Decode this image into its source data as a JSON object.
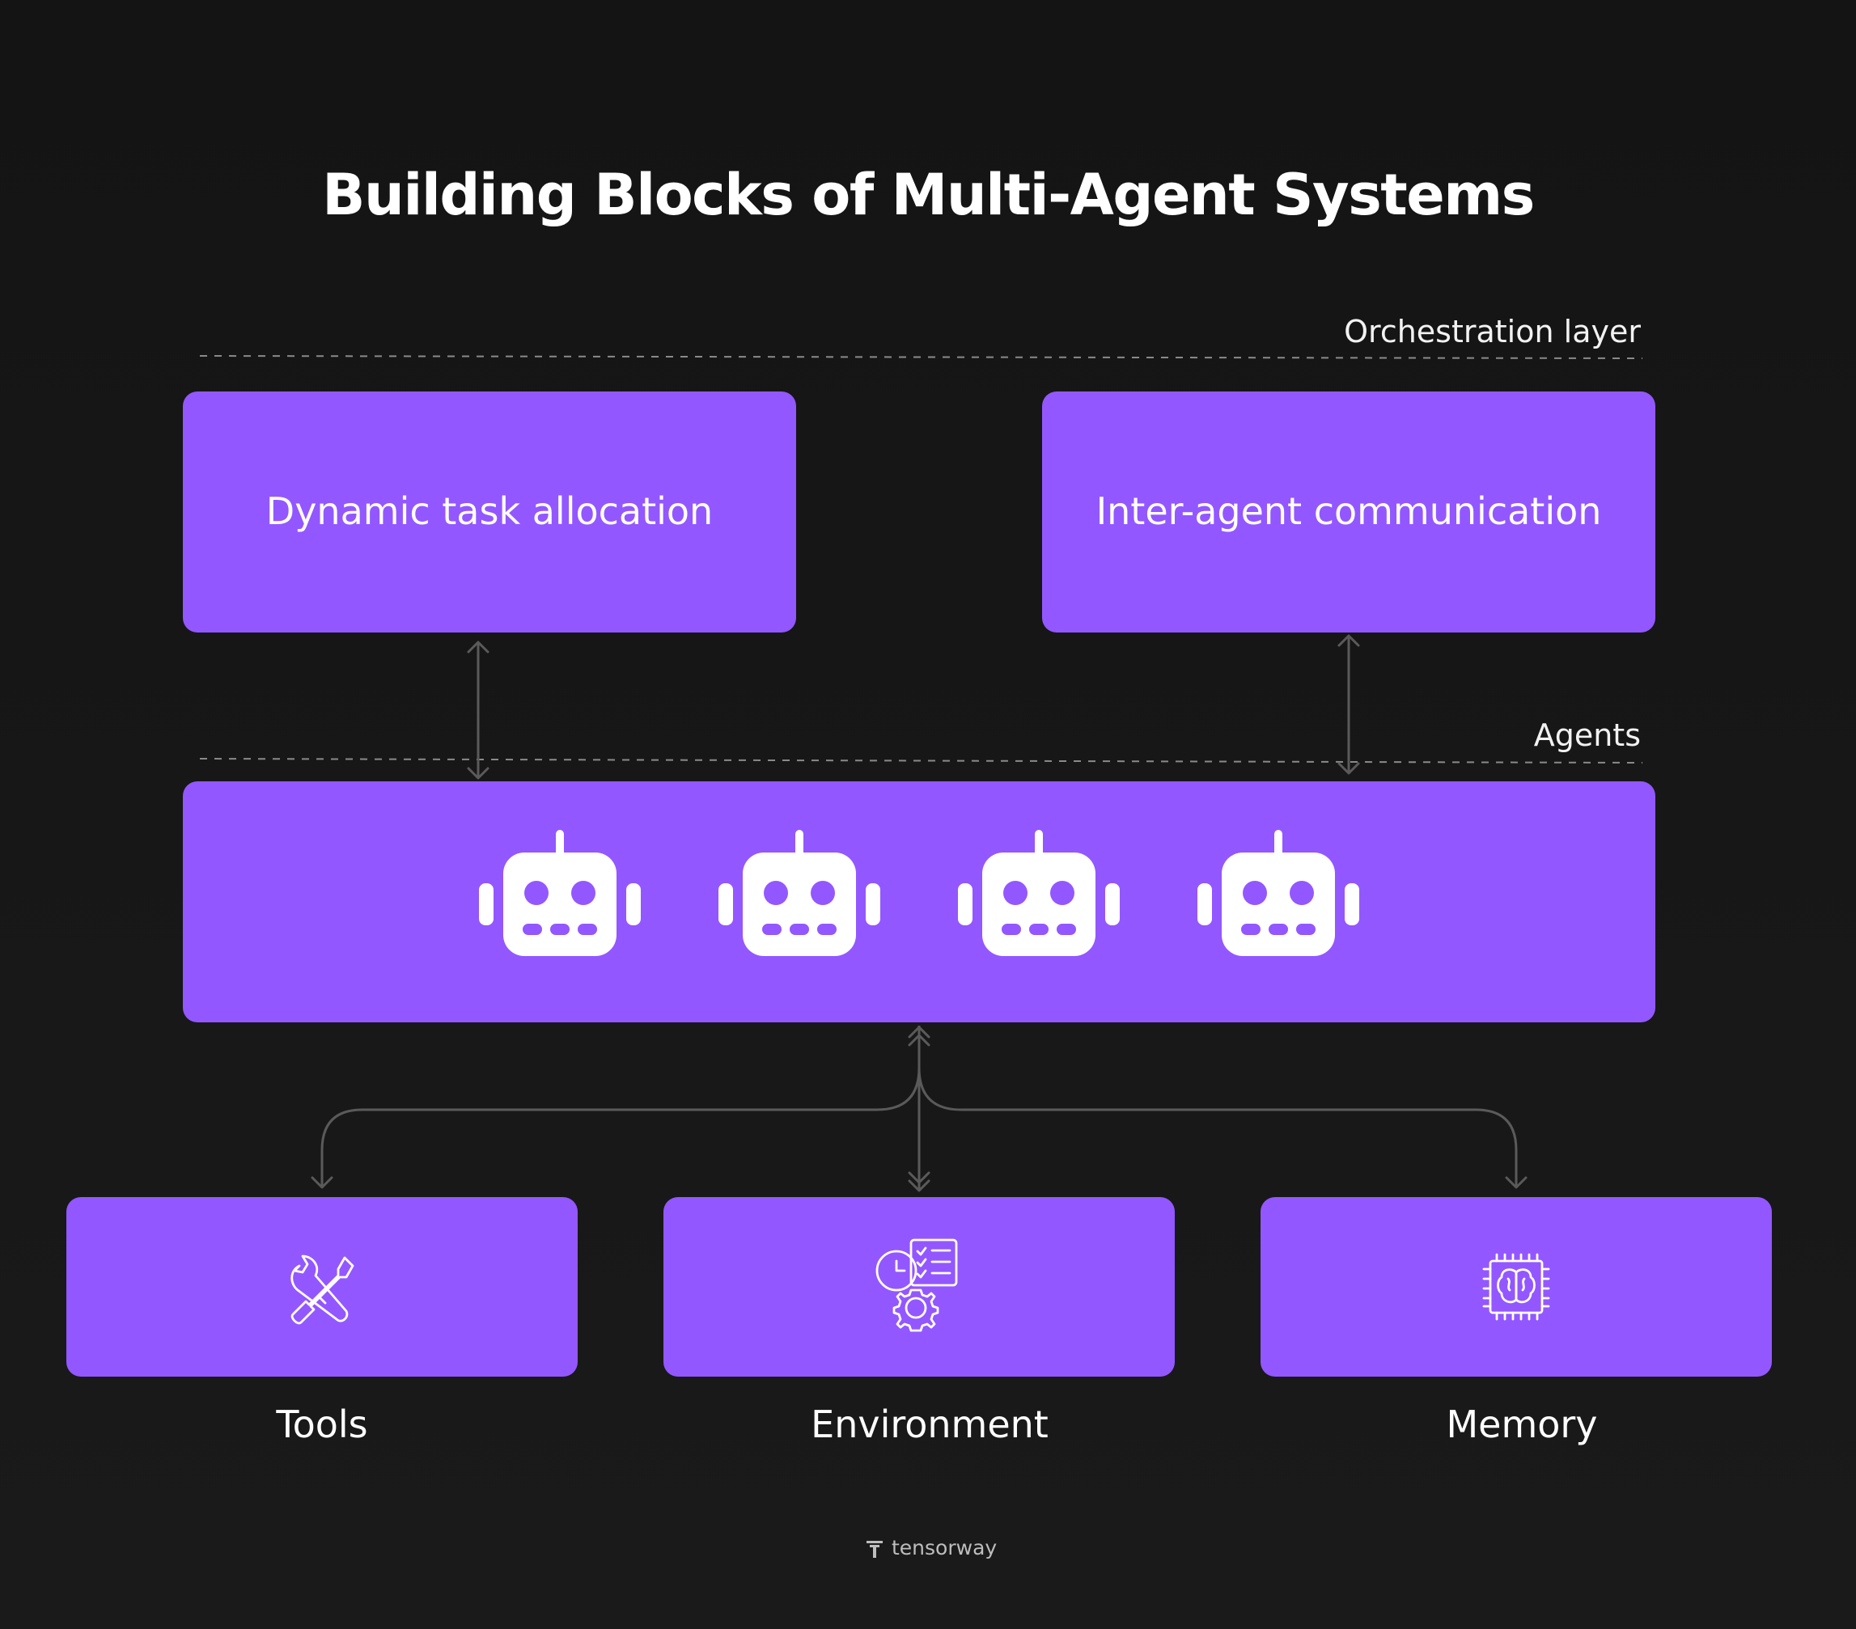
{
  "title": "Building Blocks of Multi-Agent Systems",
  "layers": {
    "orchestration": "Orchestration layer",
    "agents": "Agents"
  },
  "orchestration_boxes": [
    {
      "label": "Dynamic task allocation"
    },
    {
      "label": "Inter-agent communication"
    }
  ],
  "agents": {
    "robot_count": 4,
    "icon": "robot-icon"
  },
  "resources": [
    {
      "label": "Tools",
      "icon": "tools-wrench-screwdriver-icon"
    },
    {
      "label": "Environment",
      "icon": "environment-clock-checklist-gear-icon"
    },
    {
      "label": "Memory",
      "icon": "memory-chip-brain-icon"
    }
  ],
  "brand": {
    "name": "tensorway",
    "icon": "tensorway-logo-icon"
  },
  "colors": {
    "background": "#161616",
    "box": "#9357ff",
    "text": "#ffffff",
    "connector": "#5a5a5a",
    "dashed_line": "#8a8a8a"
  }
}
